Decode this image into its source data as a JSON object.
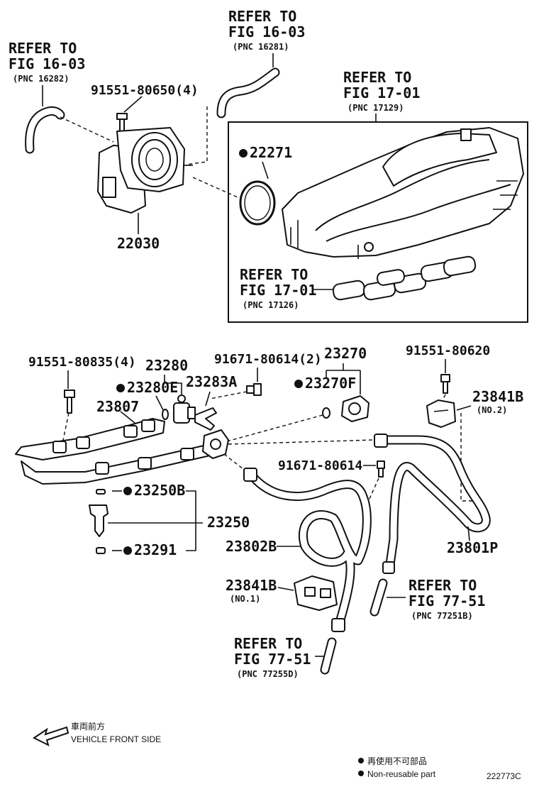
{
  "refs": {
    "ref_16_03_a": {
      "line1": "REFER TO",
      "line2": "FIG 16-03",
      "line3": "(PNC 16281)"
    },
    "ref_16_03_b": {
      "line1": "REFER TO",
      "line2": "FIG 16-03",
      "line3": "(PNC 16282)"
    },
    "ref_17_01_a": {
      "line1": "REFER TO",
      "line2": "FIG 17-01",
      "line3": "(PNC 17129)"
    },
    "ref_17_01_b": {
      "line1": "REFER TO",
      "line2": "FIG 17-01",
      "line3": "(PNC 17126)"
    },
    "ref_77_51_a": {
      "line1": "REFER TO",
      "line2": "FIG 77-51",
      "line3": "(PNC 77251B)"
    },
    "ref_77_51_b": {
      "line1": "REFER TO",
      "line2": "FIG 77-51",
      "line3": "(PNC 77255D)"
    }
  },
  "parts": {
    "p_91551_80650": "91551-80650(4)",
    "p_22030": "22030",
    "p_22271": "22271",
    "p_91551_80835": "91551-80835(4)",
    "p_23280": "23280",
    "p_23280E": "23280E",
    "p_23283A": "23283A",
    "p_91671_80614_2": "91671-80614(2)",
    "p_23270": "23270",
    "p_23270F": "23270F",
    "p_91551_80620": "91551-80620",
    "p_23841B_no2": "23841B",
    "p_no2": "(NO.2)",
    "p_23807": "23807",
    "p_91671_80614": "91671-80614",
    "p_23250B": "23250B",
    "p_23250": "23250",
    "p_23291": "23291",
    "p_23802B": "23802B",
    "p_23801P": "23801P",
    "p_23841B_no1": "23841B",
    "p_no1": "(NO.1)"
  },
  "legend": {
    "front_jp": "車両前方",
    "front_en": "VEHICLE FRONT SIDE",
    "nonreuse_jp": "再使用不可部品",
    "nonreuse_en": "Non-reusable part"
  },
  "figure_id": "222773C"
}
